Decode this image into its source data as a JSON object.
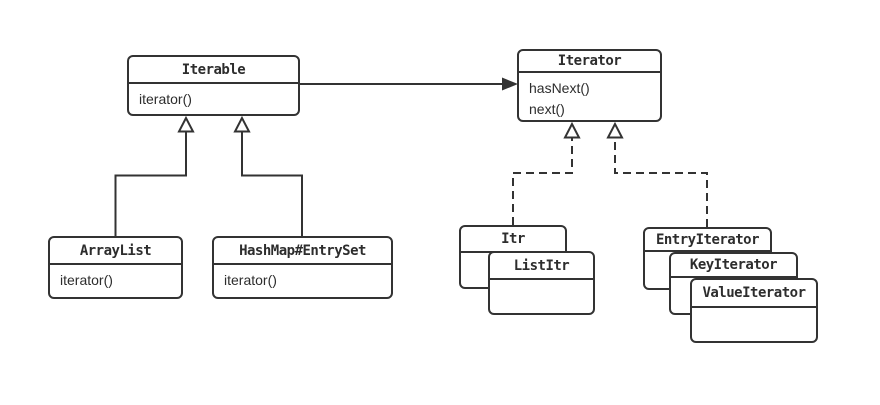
{
  "colors": {
    "line": "#333333",
    "background": "#ffffff"
  },
  "classes": {
    "iterable": {
      "title": "Iterable",
      "methods": [
        "iterator()"
      ]
    },
    "iterator": {
      "title": "Iterator",
      "methods": [
        "hasNext()",
        "next()"
      ]
    },
    "arraylist": {
      "title": "ArrayList",
      "methods": [
        "iterator()"
      ]
    },
    "hashmap_entryset": {
      "title": "HashMap#EntrySet",
      "methods": [
        "iterator()"
      ]
    },
    "itr": {
      "title": "Itr",
      "methods": []
    },
    "listitr": {
      "title": "ListItr",
      "methods": []
    },
    "entryiterator": {
      "title": "EntryIterator",
      "methods": []
    },
    "keyiterator": {
      "title": "KeyIterator",
      "methods": []
    },
    "valueiterator": {
      "title": "ValueIterator",
      "methods": []
    }
  },
  "relations": [
    {
      "from": "Iterable",
      "to": "Iterator",
      "type": "association"
    },
    {
      "from": "ArrayList",
      "to": "Iterable",
      "type": "generalization"
    },
    {
      "from": "HashMap#EntrySet",
      "to": "Iterable",
      "type": "generalization"
    },
    {
      "from": "Itr",
      "to": "Iterator",
      "type": "realization"
    },
    {
      "from": "EntryIterator",
      "to": "Iterator",
      "type": "realization"
    }
  ]
}
